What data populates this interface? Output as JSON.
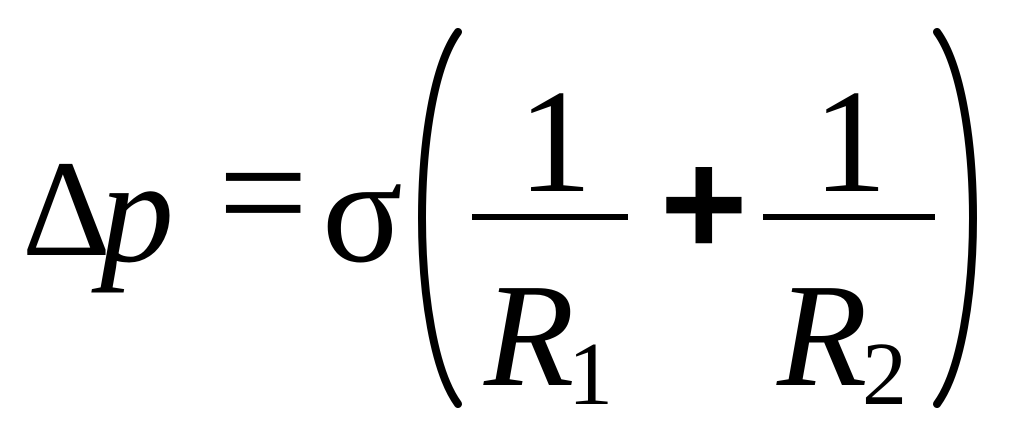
{
  "equation": {
    "lhs_symbol": "Δ",
    "lhs_variable": "p",
    "equals": "=",
    "coefficient": "σ",
    "plus": "+",
    "fraction_1": {
      "numerator": "1",
      "denominator_var": "R",
      "denominator_sub": "1"
    },
    "fraction_2": {
      "numerator": "1",
      "denominator_var": "R",
      "denominator_sub": "2"
    }
  }
}
